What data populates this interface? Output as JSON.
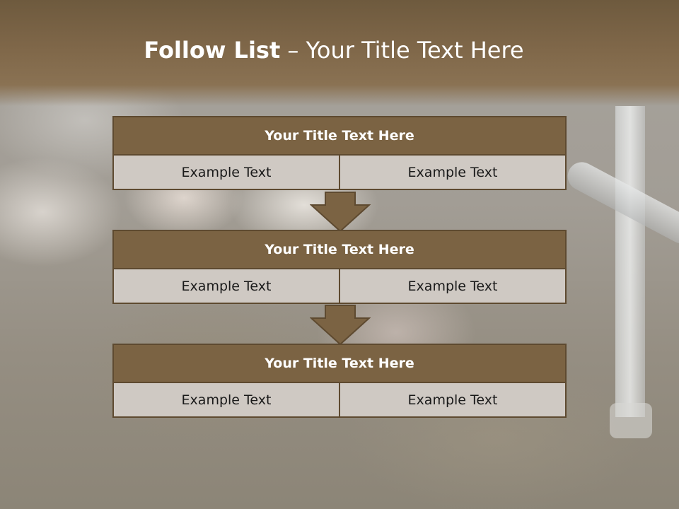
{
  "slide": {
    "title_bold": "Follow List",
    "title_rest": " – Your Title Text Here"
  },
  "blocks": [
    {
      "title": "Your Title Text Here",
      "left": "Example Text",
      "right": "Example Text"
    },
    {
      "title": "Your Title Text Here",
      "left": "Example Text",
      "right": "Example Text"
    },
    {
      "title": "Your Title Text Here",
      "left": "Example Text",
      "right": "Example Text"
    }
  ],
  "colors": {
    "header_brown": "#7f6749",
    "block_title_fill": "#7b6343",
    "cell_fill": "#cfc9c3",
    "border": "#5e4a30"
  },
  "icons": [
    "down-arrow-icon",
    "down-arrow-icon"
  ]
}
